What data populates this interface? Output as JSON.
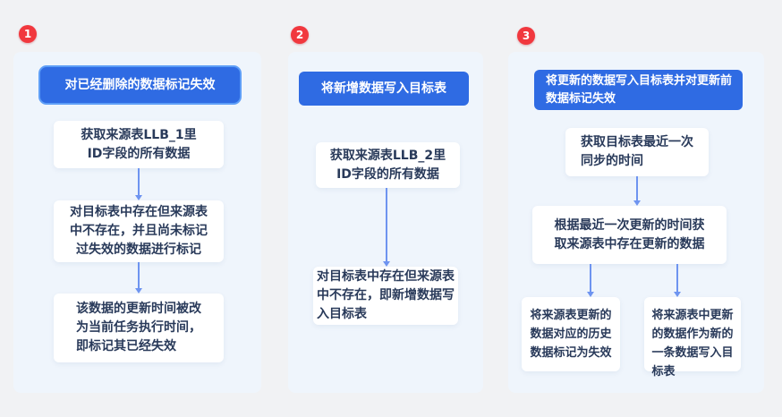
{
  "colors": {
    "page_bg": "#F1F2F4",
    "card_bg": "#EFF5FC",
    "accent_blue": "#2F6BE3",
    "header_highlight_border": "#5E9EF7",
    "badge_red": "#F1383E",
    "arrow": "#6E94F0",
    "text": "#293A5A"
  },
  "columns": [
    {
      "badge": "1",
      "header": "对已经删除的数据标记失效",
      "header_highlighted": true,
      "steps": [
        "获取来源表LLB_1里\nID字段的所有数据",
        "对目标表中存在但来源表\n中不存在，并且尚未标记\n过失效的数据进行标记",
        "该数据的更新时间被改\n为当前任务执行时间，\n即标记其已经失效"
      ]
    },
    {
      "badge": "2",
      "header": "将新增数据写入目标表",
      "header_highlighted": false,
      "steps": [
        "获取来源表LLB_2里\nID字段的所有数据",
        "对目标表中存在但来源表\n中不存在，即新增数据写\n入目标表"
      ]
    },
    {
      "badge": "3",
      "header": "将更新的数据写入目标表并对更新前\n数据标记失效",
      "header_highlighted": false,
      "steps": [
        "获取目标表最近一次\n同步的时间",
        "根据最近一次更新的时间获\n取来源表中存在更新的数据",
        "将来源表更新的\n数据对应的历史\n数据标记为失效",
        "将来源表中更新\n的数据作为新的\n一条数据写入目\n标表"
      ]
    }
  ]
}
